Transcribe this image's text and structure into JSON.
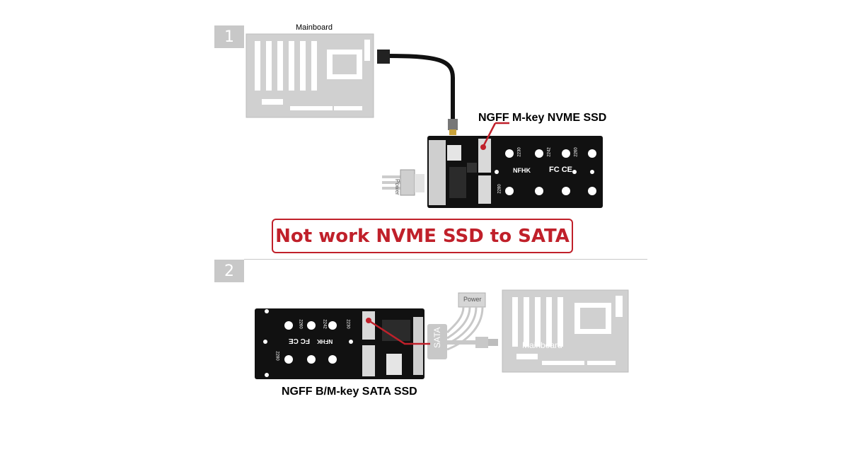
{
  "step1": {
    "number": "1",
    "mainboard_label": "Mainboard",
    "ssd_label": "NGFF M-key NVME SSD",
    "power_label": "Power",
    "board_brand": "NFHK",
    "board_marks": "FC CE",
    "slot_sizes": [
      "2230",
      "2242",
      "2260",
      "2280"
    ]
  },
  "warning": {
    "text": "Not work NVME SSD to SATA"
  },
  "step2": {
    "number": "2",
    "mainboard_label": "Mainboard",
    "ssd_label": "NGFF B/M-key SATA SSD",
    "power_label": "Power",
    "sata_label": "SATA",
    "board_brand": "NFHK",
    "board_marks": "FC CE",
    "slot_sizes": [
      "2230",
      "2242",
      "2260",
      "2280"
    ]
  },
  "colors": {
    "accent_red": "#c0202a",
    "gray": "#c8c8c8",
    "pcb": "#111111",
    "hole": "#ffffff",
    "connector": "#d9d9d9"
  }
}
